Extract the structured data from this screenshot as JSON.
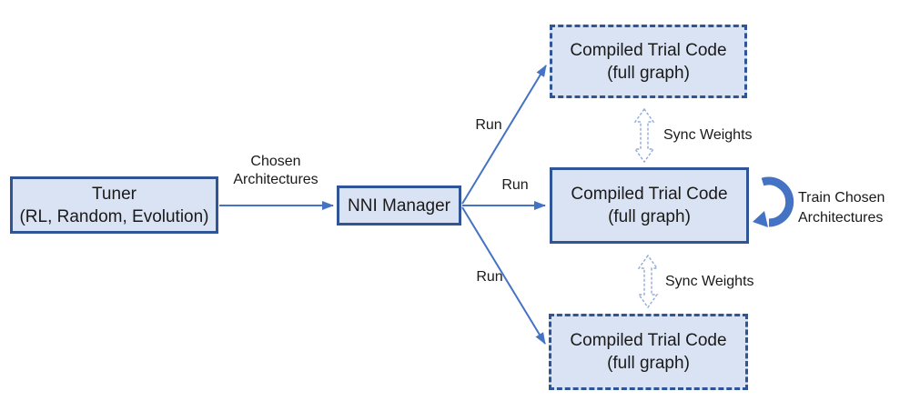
{
  "colors": {
    "box_fill": "#DAE3F3",
    "box_border": "#2F5597",
    "arrow": "#4472C4",
    "sync_arrow": "#8FAADC",
    "text": "#1A1A1A"
  },
  "nodes": {
    "tuner": {
      "line1": "Tuner",
      "line2": "(RL, Random, Evolution)"
    },
    "nni_manager": "NNI Manager",
    "trial_top": {
      "line1": "Compiled Trial Code",
      "line2": "(full graph)"
    },
    "trial_middle": {
      "line1": "Compiled Trial Code",
      "line2": "(full graph)"
    },
    "trial_bottom": {
      "line1": "Compiled Trial Code",
      "line2": "(full graph)"
    }
  },
  "labels": {
    "chosen": {
      "line1": "Chosen",
      "line2": "Architectures"
    },
    "run_top": "Run",
    "run_middle": "Run",
    "run_bottom": "Run",
    "sync_top": "Sync Weights",
    "sync_bottom": "Sync Weights",
    "train": {
      "line1": "Train Chosen",
      "line2": "Architectures"
    }
  }
}
